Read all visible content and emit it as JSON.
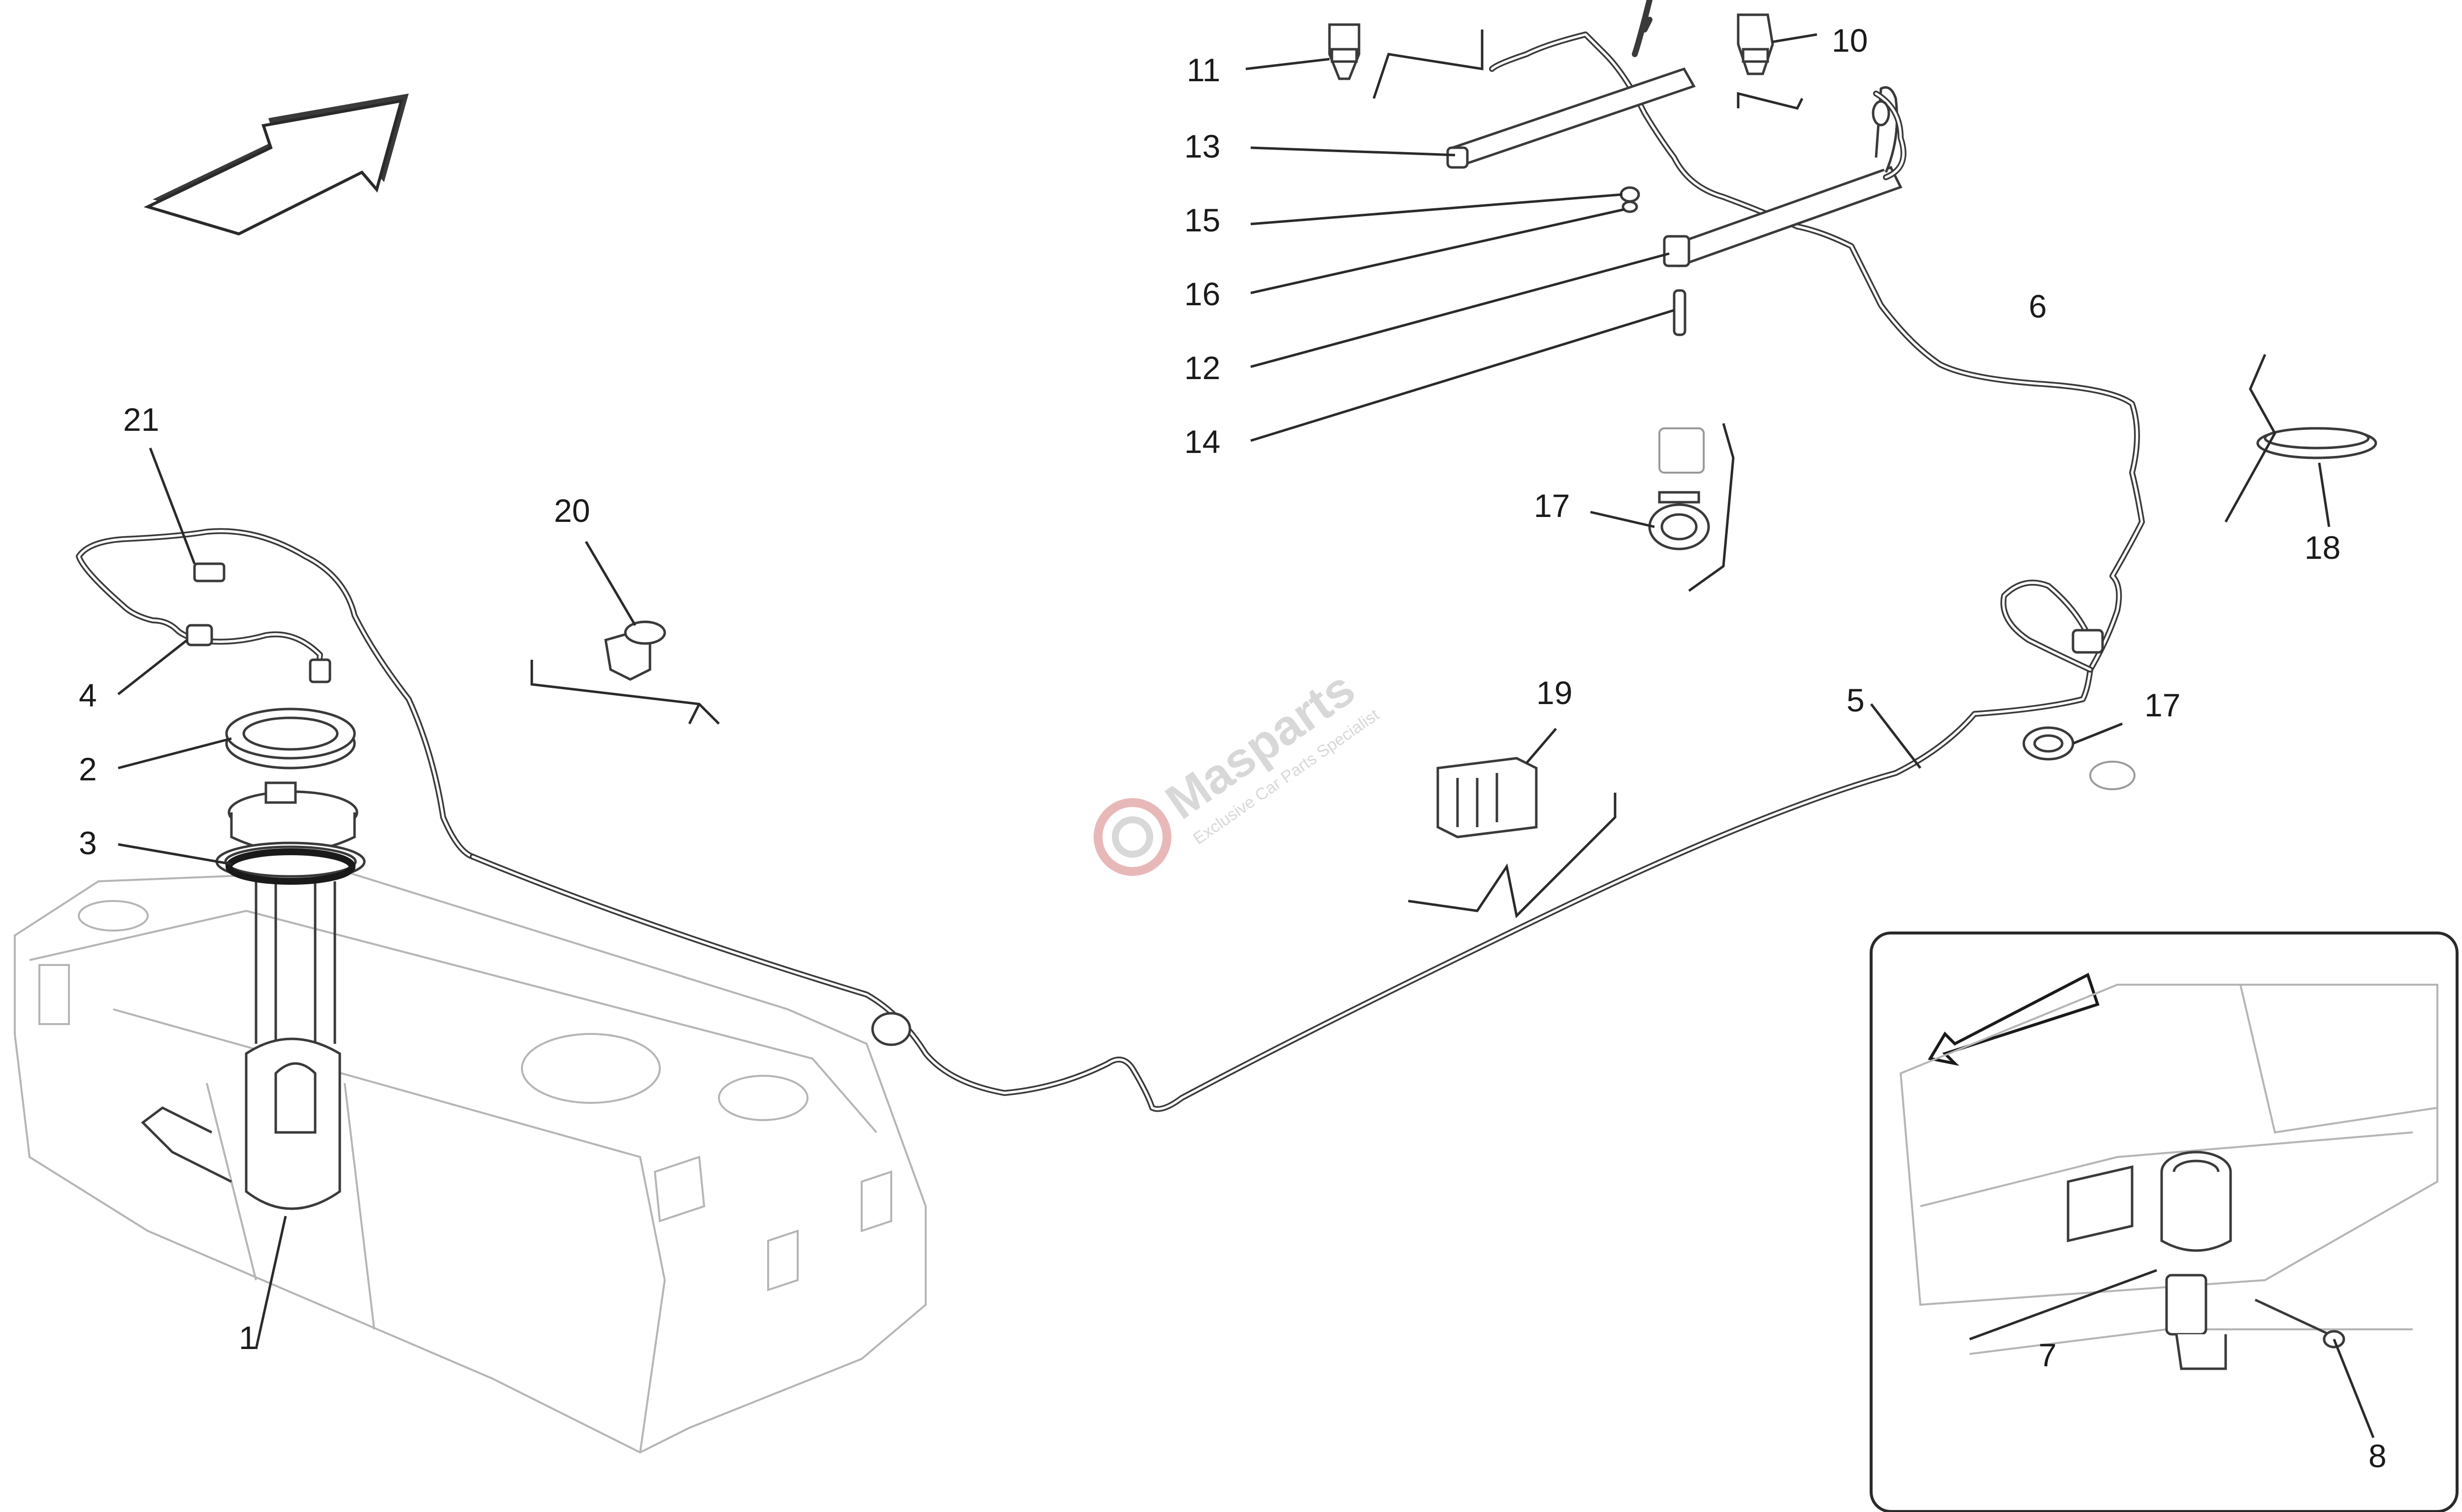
{
  "labels": {
    "p1": "1",
    "p2": "2",
    "p3": "3",
    "p4": "4",
    "p5": "5",
    "p6": "6",
    "p7": "7",
    "p8": "8",
    "p10": "10",
    "p11": "11",
    "p12": "12",
    "p13": "13",
    "p14": "14",
    "p15": "15",
    "p16": "16",
    "p17a": "17",
    "p17b": "17",
    "p18": "18",
    "p19": "19",
    "p20": "20",
    "p21": "21"
  },
  "watermark": {
    "brand": "Masparts",
    "tagline": "Exclusive Car Parts Specialist",
    "color": "#d8d8d8",
    "accent": "#e8b8b8"
  }
}
